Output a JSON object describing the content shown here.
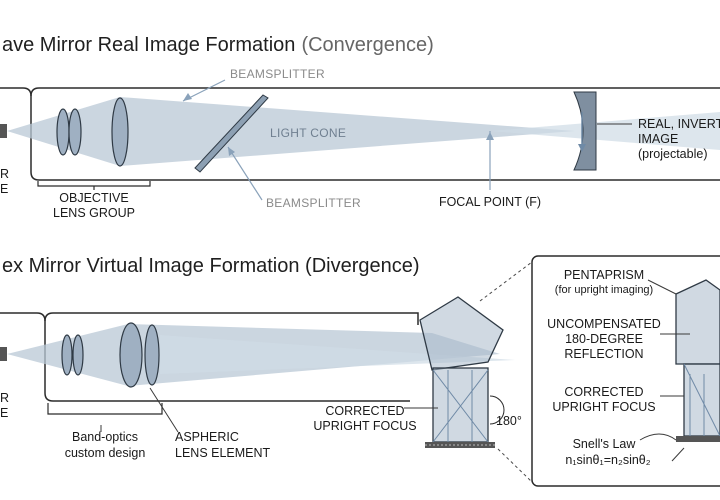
{
  "top_section": {
    "title_main": "ave Mirror Real Image Formation",
    "title_sub": "(Convergence)",
    "beamsplitter_top": "BEAMSPLITTER",
    "beamsplitter_bottom": "BEAMSPLITTER",
    "light_cone": "LIGHT CONE",
    "objective_line1": "OBJECTIVE",
    "objective_line2": "LENS GROUP",
    "focal_point": "FOCAL POINT (F)",
    "real_image_line1": "REAL, INVERT",
    "real_image_line2": "IMAGE",
    "real_image_line3": "(projectable)",
    "left_edge_line1": "R",
    "left_edge_line2": "E"
  },
  "bottom_section": {
    "title": "ex Mirror Virtual Image Formation (Divergence)",
    "band_optics_line1": "Band-optics",
    "band_optics_line2": "custom design",
    "aspheric_line1": "ASPHERIC",
    "aspheric_line2": "LENS ELEMENT",
    "corrected_line1": "CORRECTED",
    "corrected_line2": "UPRIGHT FOCUS",
    "angle": "180°",
    "left_edge_line1": "R",
    "left_edge_line2": "E"
  },
  "inset": {
    "pentaprism": "PENTAPRISM",
    "pentaprism_note": "(for upright imaging)",
    "uncomp_line1": "UNCOMPENSATED",
    "uncomp_line2": "180-DEGREE",
    "uncomp_line3": "REFLECTION",
    "corrected_line1": "CORRECTED",
    "corrected_line2": "UPRIGHT FOCUS",
    "snell": "Snell's Law",
    "snell_formula": "n₁sinθ₁=n₂sinθ₂"
  }
}
